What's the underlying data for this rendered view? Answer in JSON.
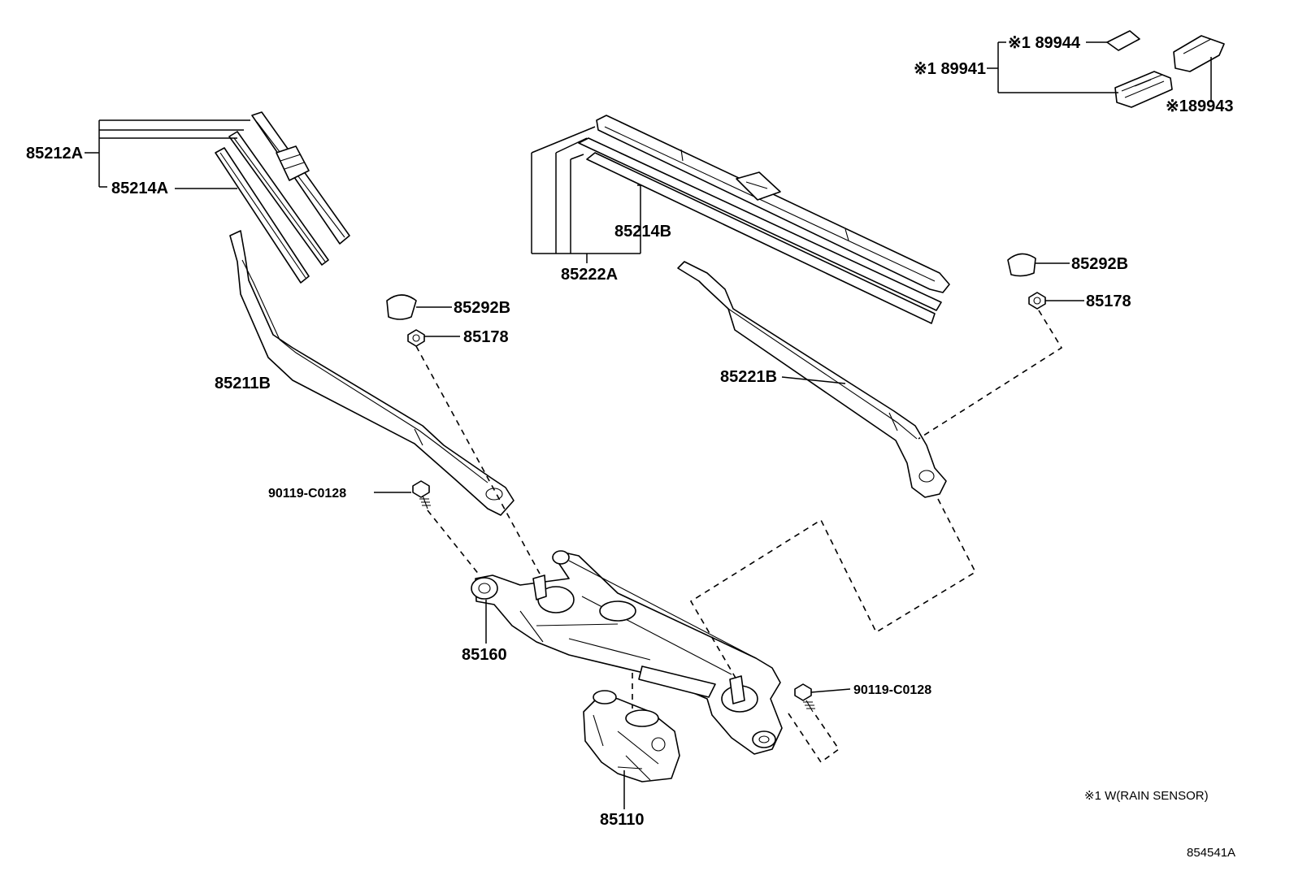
{
  "labels": {
    "p85212A": "85212A",
    "p85214A": "85214A",
    "p85292B_left": "85292B",
    "p85178_left": "85178",
    "p85211B": "85211B",
    "p90119_left": "90119-C0128",
    "p85160": "85160",
    "p85110": "85110",
    "p85214B": "85214B",
    "p85222A": "85222A",
    "p85221B": "85221B",
    "p85292B_right": "85292B",
    "p85178_right": "85178",
    "p90119_right": "90119-C0128",
    "p89944": "※1 89944",
    "p89941": "※1 89941",
    "p89943": "※189943"
  },
  "footnote": "※1 W(RAIN SENSOR)",
  "diagram_id": "854541A"
}
